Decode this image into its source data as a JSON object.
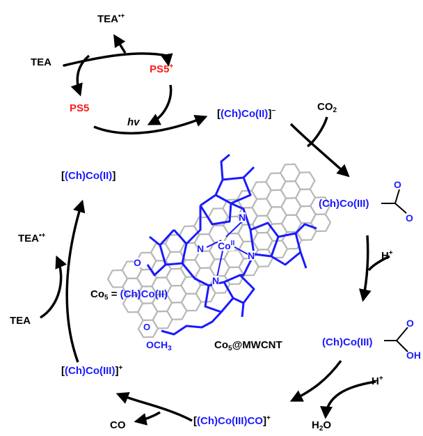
{
  "colors": {
    "black": "#000000",
    "blue": "#1a1aff",
    "red": "#ff1a1a",
    "gray": "#b8b8b8"
  },
  "top_cycle": {
    "tea_radical": {
      "main": "TEA",
      "sup": "•+"
    },
    "tea": "TEA",
    "ps5_plus": {
      "main": "PS5",
      "sup": "+"
    },
    "ps5": "PS5",
    "hv": "hv"
  },
  "species": {
    "co_ii_anion": {
      "pre": "[",
      "name": "(Ch)Co(II)",
      "post": "]",
      "sup": "−"
    },
    "co2": {
      "main": "CO",
      "sub": "2"
    },
    "co_iii_co2": "(Ch)Co(III)",
    "h_plus_1": {
      "main": "H",
      "sup": "+"
    },
    "co_iii_cooh": "(Ch)Co(III)",
    "h_plus_2": {
      "main": "H",
      "sup": "+"
    },
    "co_iii_co": {
      "pre": "[",
      "name": "(Ch)Co(III)CO",
      "post": "]",
      "sup": "+"
    },
    "h2o": {
      "main": "H",
      "sub": "2",
      "post": "O"
    },
    "co": "CO",
    "co_iii_cation": {
      "pre": "[",
      "name": "(Ch)Co(III)",
      "post": "]",
      "sup": "+"
    },
    "tea_left": "TEA",
    "tea_radical_left": {
      "main": "TEA",
      "sup": "•+"
    },
    "co_ii": {
      "pre": "[",
      "name": "(Ch)Co(II)",
      "post": "]"
    }
  },
  "center": {
    "def_left": {
      "main": "Co",
      "sub": "5",
      "eq": " = "
    },
    "def_right": "(Ch)Co(II)",
    "composite": {
      "main": "Co",
      "sub": "5",
      "post": "@MWCNT"
    },
    "n_label": "N",
    "co_center": {
      "main": "Co",
      "sup": "II"
    },
    "o_label": "O",
    "och3": {
      "main": "OCH",
      "sub": "3"
    }
  }
}
